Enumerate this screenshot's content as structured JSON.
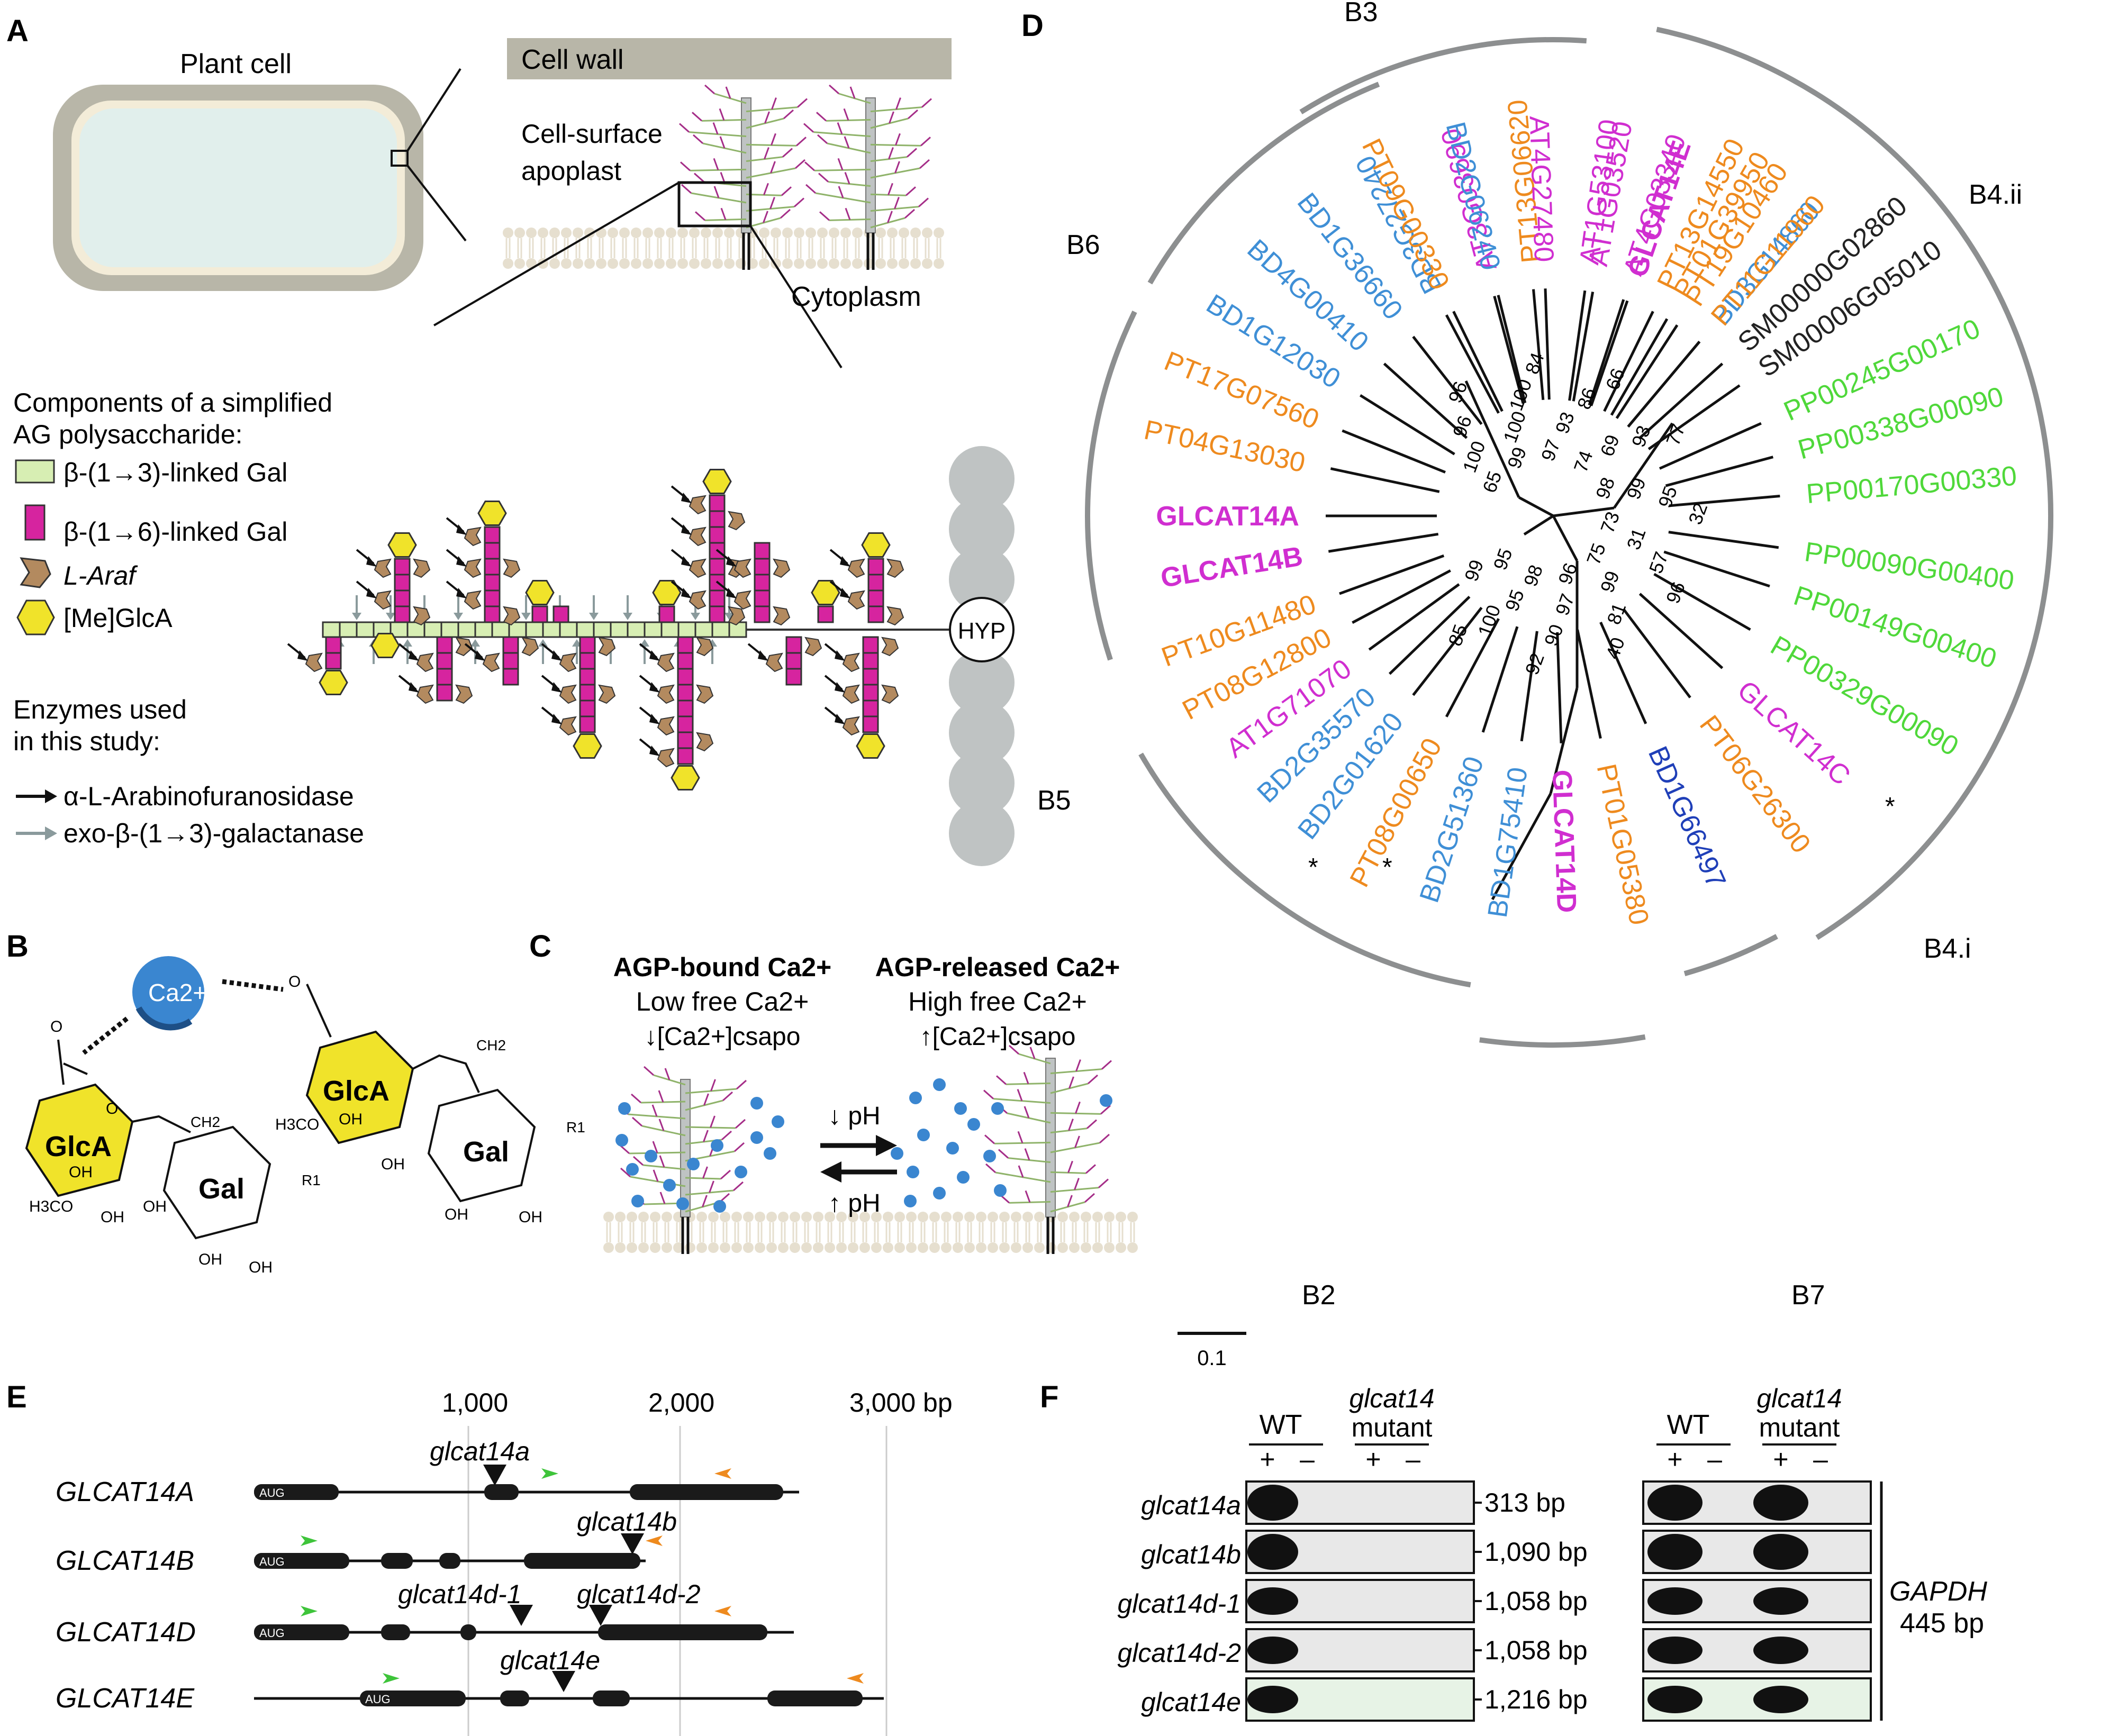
{
  "panels": {
    "A": "A",
    "B": "B",
    "C": "C",
    "D": "D",
    "E": "E",
    "F": "F"
  },
  "panelA": {
    "plant_cell": "Plant cell",
    "cell_wall": "Cell wall",
    "apoplast_1": "Cell-surface",
    "apoplast_2": "apoplast",
    "cytoplasm": "Cytoplasm",
    "components_1": "Components of a simplified",
    "components_2": "AG polysaccharide:",
    "legend_b13": "β-(1→3)-linked Gal",
    "legend_b16": "β-(1→6)-linked Gal",
    "legend_ara": "L-Araf",
    "legend_glca": "[Me]GlcA",
    "enzymes_1": "Enzymes used",
    "enzymes_2": "in this study:",
    "enzyme_1": "α-L-Arabinofuranosidase",
    "enzyme_2": "exo-β-(1→3)-galactanase",
    "hyp": "HYP",
    "colors": {
      "b13": "#d7eeb3",
      "b16": "#d6249f",
      "ara": "#b38a5f",
      "glca": "#f0e32a",
      "wall": "#b8b6a8"
    }
  },
  "panelB": {
    "ca": "Ca2+",
    "glca": "GlcA",
    "gal": "Gal",
    "oh": "OH",
    "o": "O",
    "ch2": "CH2",
    "h3co": "H3CO",
    "r1": "R1"
  },
  "panelC": {
    "left_title": "AGP-bound Ca2+",
    "left_sub": "Low free Ca2+",
    "left_csapo": "↓[Ca2+]csapo",
    "right_title": "AGP-released Ca2+",
    "right_sub": "High free Ca2+",
    "right_csapo": "↑[Ca2+]csapo",
    "ph_down": "↓ pH",
    "ph_up": "↑ pH"
  },
  "panelD": {
    "clades": [
      "B3",
      "B4.ii",
      "B6",
      "B5",
      "B4.i",
      "B2",
      "B7"
    ],
    "scale": "0.1",
    "leaves": [
      {
        "label": "BD3G27240",
        "color": "#3f8fd6"
      },
      {
        "label": "AT3G03690",
        "color": "#d02ed0"
      },
      {
        "label": "PT13G06620",
        "color": "#ee8a1e"
      },
      {
        "label": "AT1G03520",
        "color": "#d02ed0"
      },
      {
        "label": "AT4G03340",
        "color": "#d02ed0"
      },
      {
        "label": "PT13G14550",
        "color": "#ee8a1e"
      },
      {
        "label": "PT19G10460",
        "color": "#ee8a1e"
      },
      {
        "label": "BD3G14860",
        "color": "#3f8fd6"
      },
      {
        "label": "SM00000G02860",
        "color": "#222222"
      },
      {
        "label": "SM00006G05010",
        "color": "#222222"
      },
      {
        "label": "PP00245G00170",
        "color": "#4fd83a"
      },
      {
        "label": "PP00338G00090",
        "color": "#4fd83a"
      },
      {
        "label": "PP00170G00330",
        "color": "#4fd83a"
      },
      {
        "label": "PP00090G00400",
        "color": "#4fd83a"
      },
      {
        "label": "PP00149G00400",
        "color": "#4fd83a"
      },
      {
        "label": "PP00329G00090",
        "color": "#4fd83a"
      },
      {
        "label": "GLCAT14C",
        "color": "#d02ed0"
      },
      {
        "label": "PT06G26300",
        "color": "#ee8a1e"
      },
      {
        "label": "BD1G66497",
        "color": "#1f3fb8"
      },
      {
        "label": "PT01G05380",
        "color": "#ee8a1e"
      },
      {
        "label": "GLCAT14D",
        "color": "#d02ed0",
        "bold": true
      },
      {
        "label": "BD1G75410",
        "color": "#3f8fd6"
      },
      {
        "label": "BD2G51360",
        "color": "#3f8fd6"
      },
      {
        "label": "PT08G00650",
        "color": "#ee8a1e"
      },
      {
        "label": "BD2G01620",
        "color": "#3f8fd6"
      },
      {
        "label": "BD2G35570",
        "color": "#3f8fd6"
      },
      {
        "label": "AT1G71070",
        "color": "#d02ed0"
      },
      {
        "label": "PT08G12800",
        "color": "#ee8a1e"
      },
      {
        "label": "PT10G11480",
        "color": "#ee8a1e"
      },
      {
        "label": "GLCAT14B",
        "color": "#d02ed0",
        "bold": true
      },
      {
        "label": "GLCAT14A",
        "color": "#d02ed0",
        "bold": true
      },
      {
        "label": "PT04G13030",
        "color": "#ee8a1e"
      },
      {
        "label": "PT17G07560",
        "color": "#ee8a1e"
      },
      {
        "label": "BD1G12030",
        "color": "#3f8fd6"
      },
      {
        "label": "BD4G00410",
        "color": "#3f8fd6"
      },
      {
        "label": "BD1G36660",
        "color": "#3f8fd6"
      },
      {
        "label": "PT09G00330",
        "color": "#ee8a1e"
      },
      {
        "label": "BD2G06240",
        "color": "#3f8fd6"
      },
      {
        "label": "AT4G27480",
        "color": "#d02ed0"
      },
      {
        "label": "AT1G53100",
        "color": "#d02ed0"
      },
      {
        "label": "GLCAT14E",
        "color": "#d02ed0",
        "bold": true
      },
      {
        "label": "PT01G39950",
        "color": "#ee8a1e"
      },
      {
        "label": "PT11G11960",
        "color": "#ee8a1e"
      }
    ],
    "bootstrap": [
      "65",
      "100",
      "96",
      "96",
      "99",
      "100",
      "100",
      "84",
      "97",
      "93",
      "86",
      "66",
      "74",
      "69",
      "93",
      "77",
      "98",
      "99",
      "95",
      "32",
      "73",
      "31",
      "57",
      "96",
      "75",
      "99",
      "81",
      "40",
      "96",
      "97",
      "90",
      "92",
      "98",
      "95",
      "100",
      "85",
      "95",
      "99"
    ],
    "asterisk": "*"
  },
  "panelE": {
    "ticks": [
      "1,000",
      "2,000",
      "3,000 bp"
    ],
    "genes": [
      "GLCAT14A",
      "GLCAT14B",
      "GLCAT14D",
      "GLCAT14E"
    ],
    "alleles": [
      "glcat14a",
      "glcat14b",
      "glcat14d-1",
      "glcat14d-2",
      "glcat14e"
    ],
    "aug": "AUG"
  },
  "panelF": {
    "wt": "WT",
    "mutant_1": "glcat14",
    "mutant_2": "mutant",
    "plus": "+",
    "minus": "–",
    "rows": [
      {
        "label": "glcat14a",
        "size": "313 bp"
      },
      {
        "label": "glcat14b",
        "size": "1,090 bp"
      },
      {
        "label": "glcat14d-1",
        "size": "1,058 bp"
      },
      {
        "label": "glcat14d-2",
        "size": "1,058 bp"
      },
      {
        "label": "glcat14e",
        "size": "1,216 bp"
      }
    ],
    "gapdh": "GAPDH",
    "gapdh_size": "445 bp"
  }
}
